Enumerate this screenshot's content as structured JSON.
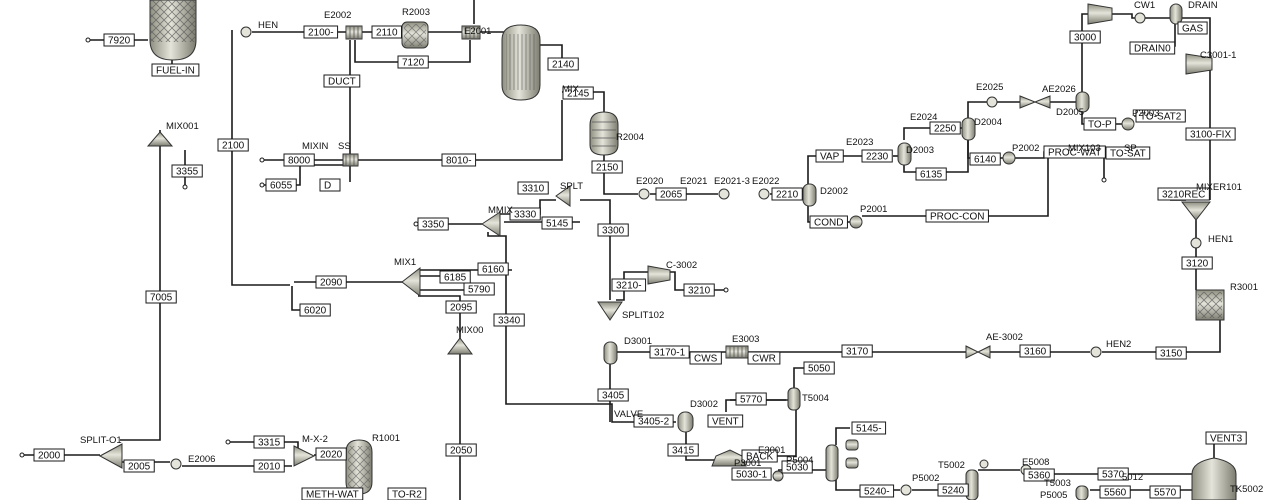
{
  "colors": {
    "background": "#ffffff",
    "line": "#1a1a1a",
    "equipment_fill": "#c9c9bd",
    "equipment_dark": "#8e8e80",
    "label_border": "#1a1a1a"
  },
  "streams": [
    {
      "id": "s7920",
      "label": "7920"
    },
    {
      "id": "sFUELIN",
      "label": "FUEL-IN"
    },
    {
      "id": "s3355",
      "label": "3355"
    },
    {
      "id": "s2100a",
      "label": "2100-"
    },
    {
      "id": "s2110",
      "label": "2110"
    },
    {
      "id": "s7120",
      "label": "7120"
    },
    {
      "id": "sDUCT",
      "label": "DUCT"
    },
    {
      "id": "s2100",
      "label": "2100"
    },
    {
      "id": "s8000",
      "label": "8000"
    },
    {
      "id": "s6055",
      "label": "6055"
    },
    {
      "id": "sD",
      "label": "D"
    },
    {
      "id": "s8010",
      "label": "8010-"
    },
    {
      "id": "s2140",
      "label": "2140"
    },
    {
      "id": "s2145",
      "label": "2145"
    },
    {
      "id": "s2150",
      "label": "2150"
    },
    {
      "id": "s2065",
      "label": "2065"
    },
    {
      "id": "s2210",
      "label": "2210"
    },
    {
      "id": "sVAP",
      "label": "VAP"
    },
    {
      "id": "s2230",
      "label": "2230"
    },
    {
      "id": "s2250",
      "label": "2250"
    },
    {
      "id": "s6135",
      "label": "6135"
    },
    {
      "id": "s6140",
      "label": "6140"
    },
    {
      "id": "sPROCWAT",
      "label": "PROC-WAT"
    },
    {
      "id": "sTOSATb",
      "label": "TO-SAT"
    },
    {
      "id": "sTOP",
      "label": "TO-P"
    },
    {
      "id": "sTOSAT2",
      "label": "TO-SAT2"
    },
    {
      "id": "sCOND",
      "label": "COND"
    },
    {
      "id": "sPROCCON",
      "label": "PROC-CON"
    },
    {
      "id": "s3000",
      "label": "3000"
    },
    {
      "id": "sGAS",
      "label": "GAS"
    },
    {
      "id": "sDRAIN0",
      "label": "DRAIN0"
    },
    {
      "id": "s3100FIX",
      "label": "3100-FIX"
    },
    {
      "id": "s3210REC",
      "label": "3210REC"
    },
    {
      "id": "s3120",
      "label": "3120"
    },
    {
      "id": "s3150",
      "label": "3150"
    },
    {
      "id": "s3160",
      "label": "3160"
    },
    {
      "id": "s3170",
      "label": "3170"
    },
    {
      "id": "sCWR",
      "label": "CWR"
    },
    {
      "id": "sCWS",
      "label": "CWS"
    },
    {
      "id": "s31701",
      "label": "3170-1"
    },
    {
      "id": "s3310",
      "label": "3310"
    },
    {
      "id": "s3330",
      "label": "3330"
    },
    {
      "id": "s5145",
      "label": "5145"
    },
    {
      "id": "s3350",
      "label": "3350"
    },
    {
      "id": "s3300",
      "label": "3300"
    },
    {
      "id": "s3210a",
      "label": "3210-"
    },
    {
      "id": "s3210",
      "label": "3210"
    },
    {
      "id": "s2090",
      "label": "2090"
    },
    {
      "id": "s6160",
      "label": "6160"
    },
    {
      "id": "s6185",
      "label": "6185"
    },
    {
      "id": "s5790",
      "label": "5790"
    },
    {
      "id": "s2095",
      "label": "2095"
    },
    {
      "id": "s6020",
      "label": "6020"
    },
    {
      "id": "s7005",
      "label": "7005"
    },
    {
      "id": "s3340",
      "label": "3340"
    },
    {
      "id": "s3405",
      "label": "3405"
    },
    {
      "id": "s34052",
      "label": "3405-2"
    },
    {
      "id": "s3415",
      "label": "3415"
    },
    {
      "id": "sVENT",
      "label": "VENT"
    },
    {
      "id": "s5770",
      "label": "5770"
    },
    {
      "id": "s5050",
      "label": "5050"
    },
    {
      "id": "s5145b",
      "label": "5145-"
    },
    {
      "id": "sBACK",
      "label": "BACK"
    },
    {
      "id": "s5030",
      "label": "5030"
    },
    {
      "id": "s50301",
      "label": "5030-1"
    },
    {
      "id": "s5240a",
      "label": "5240-"
    },
    {
      "id": "s5240",
      "label": "5240"
    },
    {
      "id": "s5360",
      "label": "5360"
    },
    {
      "id": "s5370",
      "label": "5370"
    },
    {
      "id": "s5560",
      "label": "5560"
    },
    {
      "id": "s5570",
      "label": "5570"
    },
    {
      "id": "sVENT3",
      "label": "VENT3"
    },
    {
      "id": "s2000",
      "label": "2000"
    },
    {
      "id": "s2005",
      "label": "2005"
    },
    {
      "id": "s2010",
      "label": "2010"
    },
    {
      "id": "s3315",
      "label": "3315"
    },
    {
      "id": "s2020",
      "label": "2020"
    },
    {
      "id": "s2050",
      "label": "2050"
    },
    {
      "id": "sMETHWAT",
      "label": "METH-WAT"
    },
    {
      "id": "sTOR2",
      "label": "TO-R2"
    }
  ],
  "units": [
    {
      "id": "uHEN",
      "label": "HEN"
    },
    {
      "id": "uE2002",
      "label": "E2002"
    },
    {
      "id": "uR2003",
      "label": "R2003"
    },
    {
      "id": "uE2001",
      "label": "E2001"
    },
    {
      "id": "uMIX",
      "label": "MIX"
    },
    {
      "id": "uMIXIN",
      "label": "MIXIN"
    },
    {
      "id": "uSS",
      "label": "SS"
    },
    {
      "id": "uMIX001",
      "label": "MIX001"
    },
    {
      "id": "uR2004",
      "label": "R2004"
    },
    {
      "id": "uE2020",
      "label": "E2020"
    },
    {
      "id": "uE2021",
      "label": "E2021"
    },
    {
      "id": "uE20213",
      "label": "E2021-3"
    },
    {
      "id": "uE2022",
      "label": "E2022"
    },
    {
      "id": "uD2002",
      "label": "D2002"
    },
    {
      "id": "uE2023",
      "label": "E2023"
    },
    {
      "id": "uD2003",
      "label": "D2003"
    },
    {
      "id": "uE2024",
      "label": "E2024"
    },
    {
      "id": "uD2004",
      "label": "D2004"
    },
    {
      "id": "uE2025",
      "label": "E2025"
    },
    {
      "id": "uAE2026",
      "label": "AE2026"
    },
    {
      "id": "uD2005",
      "label": "D2005"
    },
    {
      "id": "uP2003",
      "label": "P2003"
    },
    {
      "id": "uP2002",
      "label": "P2002"
    },
    {
      "id": "uMIX103",
      "label": "MIX103"
    },
    {
      "id": "uSP",
      "label": "SP"
    },
    {
      "id": "uP2001",
      "label": "P2001"
    },
    {
      "id": "uCW1",
      "label": "CW1"
    },
    {
      "id": "uDRAIN",
      "label": "DRAIN"
    },
    {
      "id": "uC30011",
      "label": "C3001-1"
    },
    {
      "id": "uMIXER101",
      "label": "MIXER101"
    },
    {
      "id": "uHEN1",
      "label": "HEN1"
    },
    {
      "id": "uR3001",
      "label": "R3001"
    },
    {
      "id": "uHEN2",
      "label": "HEN2"
    },
    {
      "id": "uAE3002",
      "label": "AE-3002"
    },
    {
      "id": "uE3003",
      "label": "E3003"
    },
    {
      "id": "uD3001",
      "label": "D3001"
    },
    {
      "id": "uSPLIT102",
      "label": "SPLIT102"
    },
    {
      "id": "uC3002",
      "label": "C-3002"
    },
    {
      "id": "uSPLT",
      "label": "SPLT"
    },
    {
      "id": "uMMIX",
      "label": "MMIX"
    },
    {
      "id": "uMIX1",
      "label": "MIX1"
    },
    {
      "id": "uMIX00",
      "label": "MIX00"
    },
    {
      "id": "uVALVE",
      "label": "VALVE"
    },
    {
      "id": "uD3002",
      "label": "D3002"
    },
    {
      "id": "uT5004",
      "label": "T5004"
    },
    {
      "id": "uP3001",
      "label": "P3001"
    },
    {
      "id": "uE3001",
      "label": "E3001"
    },
    {
      "id": "uP5004",
      "label": "P5004"
    },
    {
      "id": "uT5002",
      "label": "T5002"
    },
    {
      "id": "uP5002",
      "label": "P5002"
    },
    {
      "id": "uE5008",
      "label": "E5008"
    },
    {
      "id": "uT5003",
      "label": "T5003"
    },
    {
      "id": "uP5005",
      "label": "P5005"
    },
    {
      "id": "u5012",
      "label": "5012"
    },
    {
      "id": "uTK5002",
      "label": "TK5002"
    },
    {
      "id": "uSPLITO1",
      "label": "SPLIT-O1"
    },
    {
      "id": "uE2006",
      "label": "E2006"
    },
    {
      "id": "uMX2",
      "label": "M-X-2"
    },
    {
      "id": "uR1001",
      "label": "R1001"
    }
  ]
}
